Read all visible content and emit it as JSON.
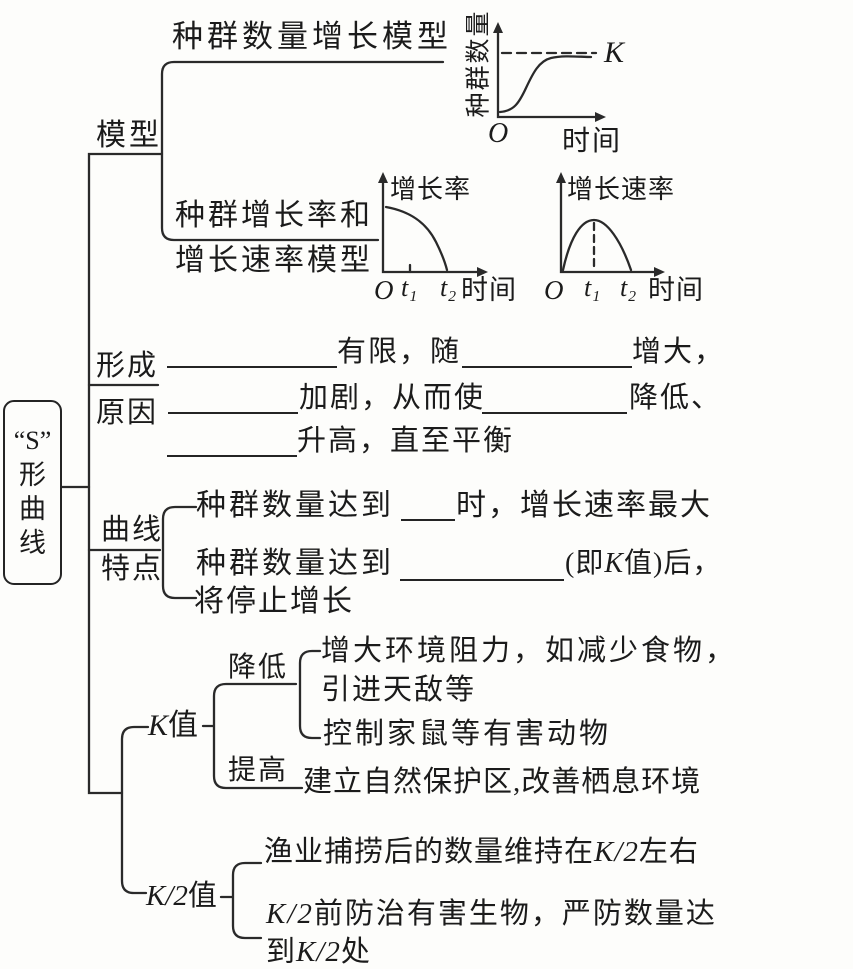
{
  "root": {
    "quote_s": "“S”",
    "c1": "形",
    "c2": "曲",
    "c3": "线"
  },
  "model": {
    "label": "模型",
    "sub1": "种群数量增长模型",
    "sub2a": "种群增长率和",
    "sub2b": "增长速率模型"
  },
  "chartA": {
    "ylabel": "种群数量",
    "k": "K",
    "o": "O",
    "xlabel": "时间"
  },
  "chartB": {
    "ylabel": "增长率",
    "o": "O",
    "t1": "t₁",
    "t2": "t₂",
    "xlabel": "时间"
  },
  "chartC": {
    "ylabel": "增长速率",
    "o": "O",
    "t1": "t₁",
    "t2": "t₂",
    "xlabel": "时间"
  },
  "formation": {
    "label1": "形成",
    "label2": "原因",
    "r1a": "有限，随",
    "r1b": "增大，",
    "r2a": "加剧，从而使",
    "r2b": "降低、",
    "r3a": "升高，直至平衡"
  },
  "curve": {
    "label1": "曲线",
    "label2": "特点",
    "r1a": "种群数量达到",
    "r1b": "时，增长速率最大",
    "r2a": "种群数量达到",
    "r2b1": "(即",
    "r2k": "K",
    "r2b2": "值)后，",
    "r3": "将停止增长"
  },
  "kvalue": {
    "k": "K",
    "zhi": "值",
    "lower": "降低",
    "raise": "提高",
    "item1a": "增大环境阻力，如减少食物，",
    "item1b": "引进天敌等",
    "item2": "控制家鼠等有害动物",
    "item3": "建立自然保护区,改善栖息环境"
  },
  "khalf": {
    "k": "K/2",
    "zhi": "值",
    "i1a": "渔业捕捞后的数量维持在",
    "i1k": "K/2",
    "i1b": "左右",
    "i2k": "K/2",
    "i2a": "前防治有害生物，严防数量达",
    "i3a": "到",
    "i3k": "K/2",
    "i3b": "处"
  },
  "chart_data": [
    {
      "type": "line",
      "name": "population-growth-model",
      "ylabel": "种群数量",
      "xlabel": "时间",
      "annotations": [
        "K"
      ],
      "description": "S形曲线由O缓慢上升后加速, 最终趋于渐近线K(虚线)"
    },
    {
      "type": "line",
      "name": "growth-rate-model",
      "ylabel": "增长率",
      "xlabel": "时间",
      "x_ticks": [
        "O",
        "t₁",
        "t₂"
      ],
      "description": "增长率随时间持续下降, 在t₂处降为0"
    },
    {
      "type": "line",
      "name": "growth-speed-model",
      "ylabel": "增长速率",
      "xlabel": "时间",
      "x_ticks": [
        "O",
        "t₁",
        "t₂"
      ],
      "description": "增长速率先升后降, t₁处最大(虚线), t₂处为0"
    }
  ],
  "colors": {
    "ink": "#242424",
    "paper": "#fdfdfb"
  }
}
